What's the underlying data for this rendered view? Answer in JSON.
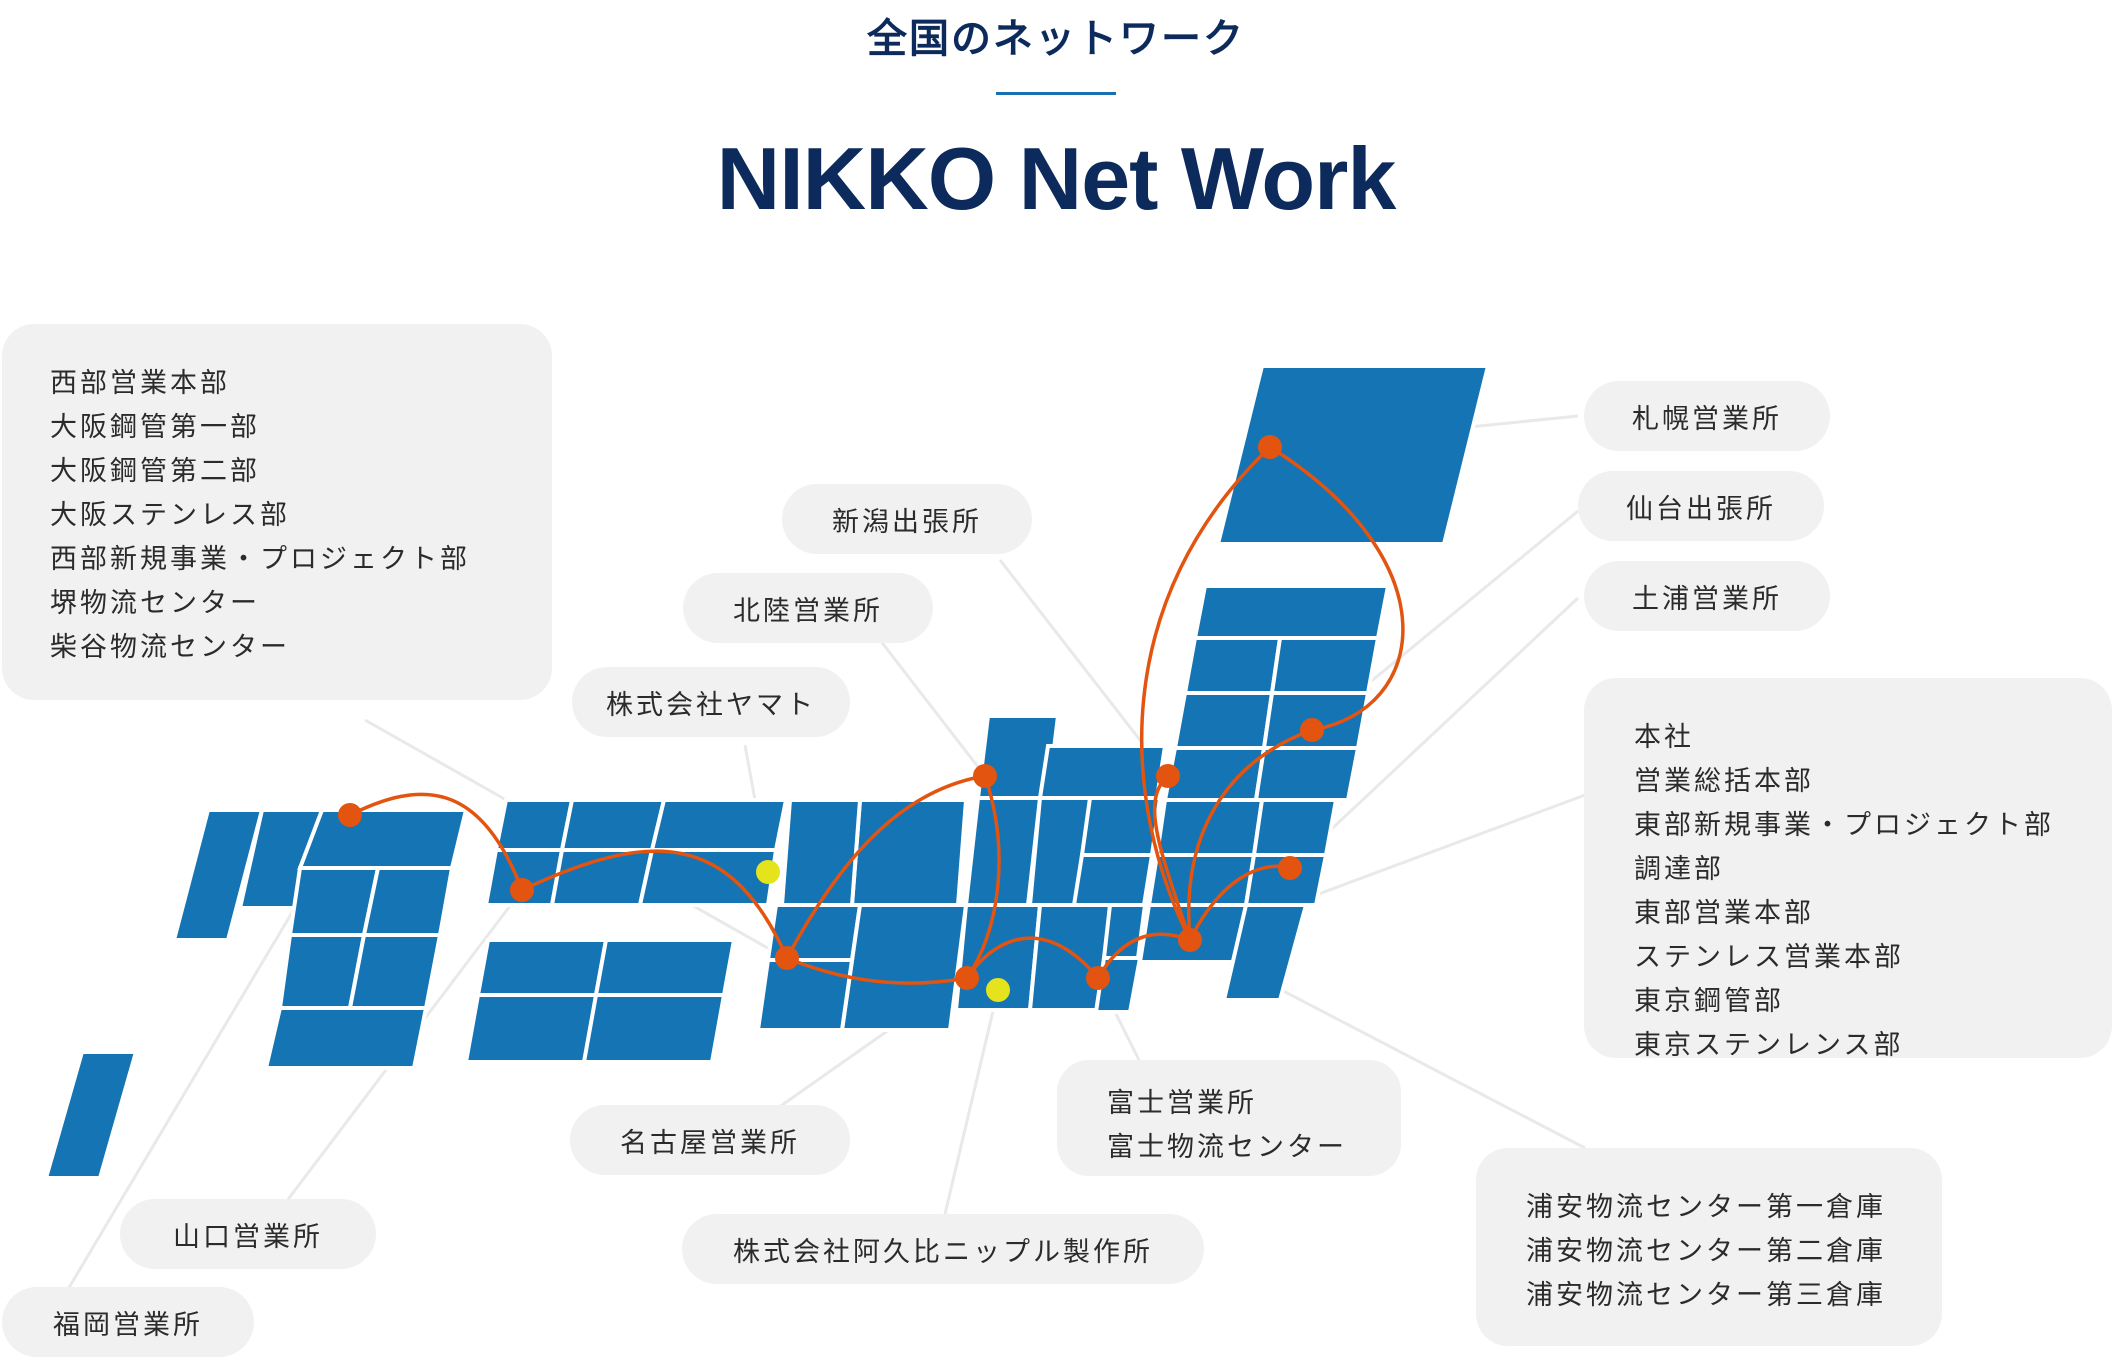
{
  "header": {
    "subtitle": "全国のネットワーク",
    "title": "NIKKO Net Work"
  },
  "colors": {
    "region_fill": "#1574b3",
    "route_line": "#e2540f",
    "office_dot": "#e2540f",
    "partner_dot": "#e4e31c",
    "label_bg": "#f1f1f1",
    "title_color": "#0c2a5b"
  },
  "labels": {
    "west_hq": [
      "西部営業本部",
      "大阪鋼管第一部",
      "大阪鋼管第二部",
      "大阪ステンレス部",
      "西部新規事業・プロジェクト部",
      "堺物流センター",
      "柴谷物流センター"
    ],
    "sapporo": "札幌営業所",
    "sendai": "仙台出張所",
    "tsuchiura": "土浦営業所",
    "niigata": "新潟出張所",
    "hokuriku": "北陸営業所",
    "yamato": "株式会社ヤマト",
    "head_office": [
      "本社",
      "営業総括本部",
      "東部新規事業・プロジェクト部",
      "調達部",
      "東部営業本部",
      "ステンレス営業本部",
      "東京鋼管部",
      "東京ステンレンス部"
    ],
    "nagoya": "名古屋営業所",
    "fuji": [
      "富士営業所",
      "富士物流センター"
    ],
    "urayasu": [
      "浦安物流センター第一倉庫",
      "浦安物流センター第二倉庫",
      "浦安物流センター第三倉庫"
    ],
    "yamaguchi": "山口営業所",
    "akyuhi": "株式会社阿久比ニップル製作所",
    "fukuoka": "福岡営業所"
  }
}
